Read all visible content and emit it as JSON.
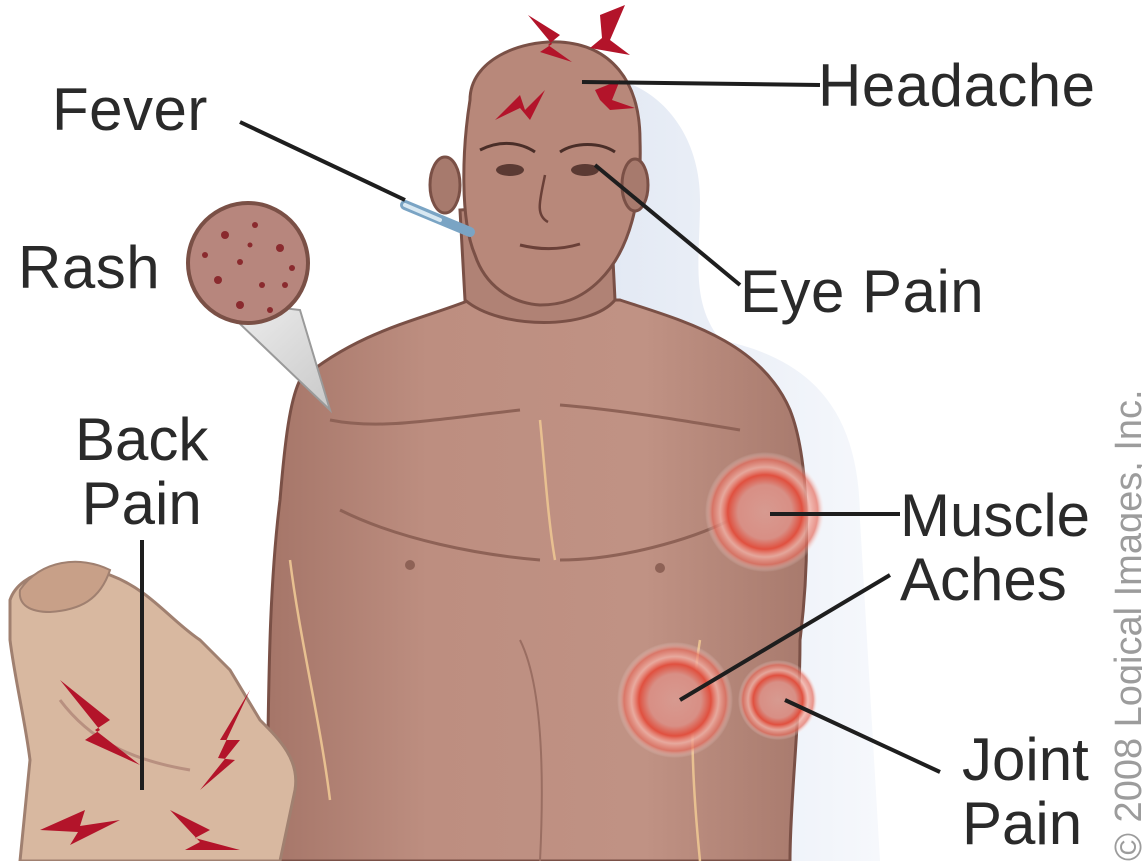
{
  "labels": {
    "headache": "Headache",
    "fever": "Fever",
    "rash": "Rash",
    "eye_pain": "Eye Pain",
    "back_pain": [
      "Back",
      "Pain"
    ],
    "muscle_aches": [
      "Muscle",
      "Aches"
    ],
    "joint_pain": [
      "Joint",
      "Pain"
    ]
  },
  "copyright": "© 2008 Logical Images, Inc.",
  "colors": {
    "skin": "#b98a7c",
    "skin_shadow": "#9a6e62",
    "pain_bolt": "#b3142a",
    "inflammation_ring": "#e04a3a",
    "rash_spot": "#8a2a2e",
    "leader_line": "#1e1e1e"
  }
}
